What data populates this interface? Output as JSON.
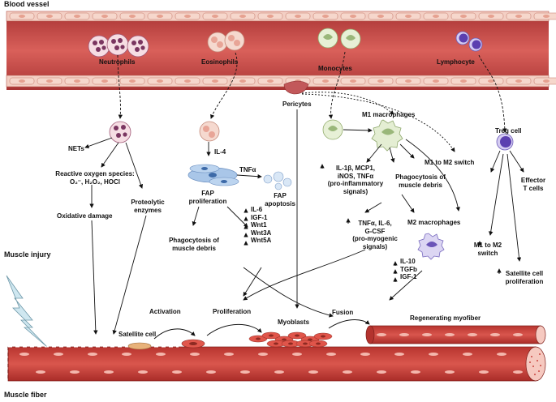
{
  "titles": {
    "blood_vessel": "Blood vessel",
    "muscle_injury": "Muscle injury",
    "muscle_fiber": "Muscle fiber"
  },
  "vessel_cells": {
    "neutrophils": "Neutrophils",
    "eosinophils": "Eosinophils",
    "monocytes": "Monocytes",
    "lymphocyte": "Lymphocyte",
    "pericytes": "Pericytes"
  },
  "neutrophil_branch": {
    "nets": "NETs",
    "ros_line1": "Reactive oxygen species:",
    "ros_line2": "O₂⁻, H₂O₂, HOCl",
    "oxidative_damage": "Oxidative damage",
    "proteolytic_line1": "Proteolytic",
    "proteolytic_line2": "enzymes"
  },
  "eosinophil_branch": {
    "il4": "IL-4",
    "tnfa": "TNFα",
    "fap_prolif_line1": "FAP",
    "fap_prolif_line2": "proliferation",
    "fap_apop_line1": "FAP",
    "fap_apop_line2": "apoptosis",
    "phago_line1": "Phagocytosis of",
    "phago_line2": "muscle debris",
    "factors": [
      "IL-6",
      "IGF-1",
      "Wnt1",
      "Wnt3A",
      "Wnt5A"
    ]
  },
  "monocyte_branch": {
    "m1": "M1 macrophages",
    "m1_signals": [
      "IL-1β, MCP1,",
      "iNOS, TNFα",
      "(pro-inflammatory",
      "signals)"
    ],
    "m1_to_m2": "M1 to M2 switch",
    "phago_line1": "Phagocytosis of",
    "phago_line2": "muscle debris",
    "pro_myogenic": [
      "TNFα, IL-6,",
      "G-CSF",
      "(pro-myogenic",
      "signals)"
    ],
    "m2": "M2 macrophages",
    "m2_factors": [
      "IL-10",
      "TGFb",
      "IGF-1"
    ]
  },
  "treg_branch": {
    "treg": "Treg cell",
    "effector_line1": "Effector",
    "effector_line2": "T cells",
    "m1m2_line1": "M1 to M2",
    "m1m2_line2": "switch",
    "sat_line1": "Satellite cell",
    "sat_line2": "proliferation"
  },
  "regeneration": {
    "activation": "Activation",
    "proliferation": "Proliferation",
    "myoblasts": "Myoblasts",
    "fusion": "Fusion",
    "satellite_cell": "Satellite cell",
    "regenerating": "Regenerating myofiber"
  },
  "colors": {
    "vessel": "#b83a3a",
    "vessel_light": "#f0c9c0",
    "fiber": "#c8443e",
    "nucleus_purple": "#7a3560",
    "fap_blue": "#a9c6e8",
    "lymph_purple": "#5b3fb0"
  }
}
